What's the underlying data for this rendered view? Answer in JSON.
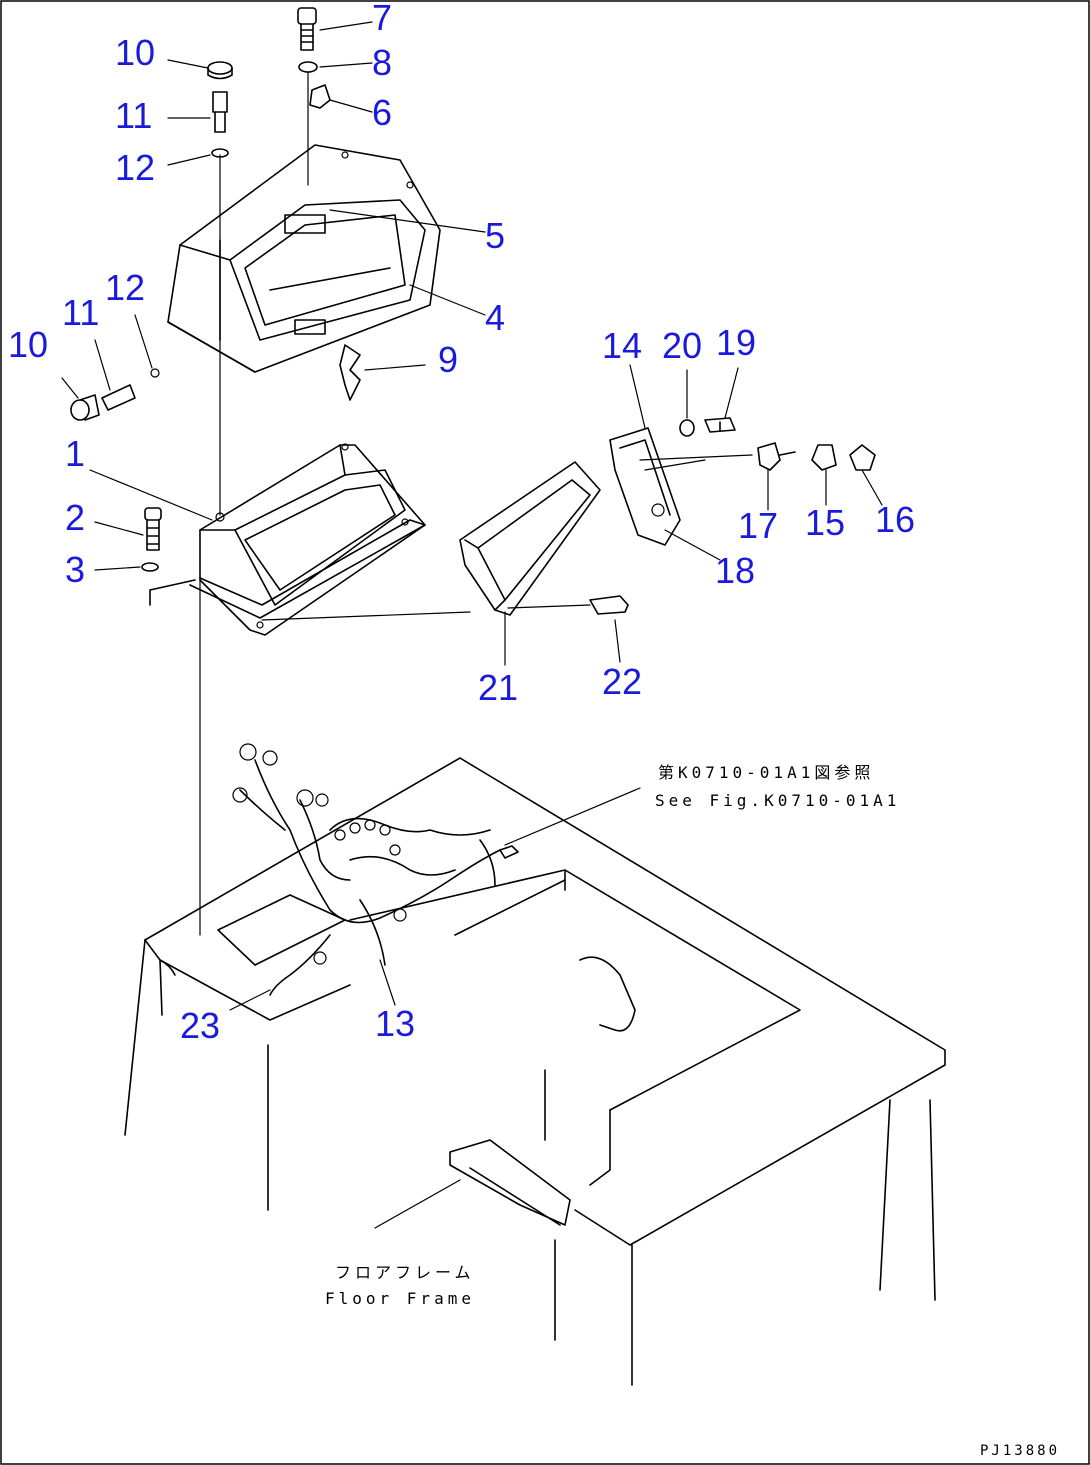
{
  "callouts": {
    "c1": "1",
    "c2": "2",
    "c3": "3",
    "c4": "4",
    "c5": "5",
    "c6": "6",
    "c7": "7",
    "c8": "8",
    "c9": "9",
    "c10a": "10",
    "c10b": "10",
    "c11a": "11",
    "c11b": "11",
    "c12a": "12",
    "c12b": "12",
    "c13": "13",
    "c14": "14",
    "c15": "15",
    "c16": "16",
    "c17": "17",
    "c18": "18",
    "c19": "19",
    "c20": "20",
    "c21": "21",
    "c22": "22",
    "c23": "23"
  },
  "notes": {
    "ref_jp": "第K0710-01A1図参照",
    "ref_en": "See Fig.K0710-01A1",
    "floor_jp": "フロアフレーム",
    "floor_en": "Floor Frame"
  },
  "code": "PJ13880",
  "colors": {
    "callout": "#1a1adc",
    "line": "#000000"
  }
}
